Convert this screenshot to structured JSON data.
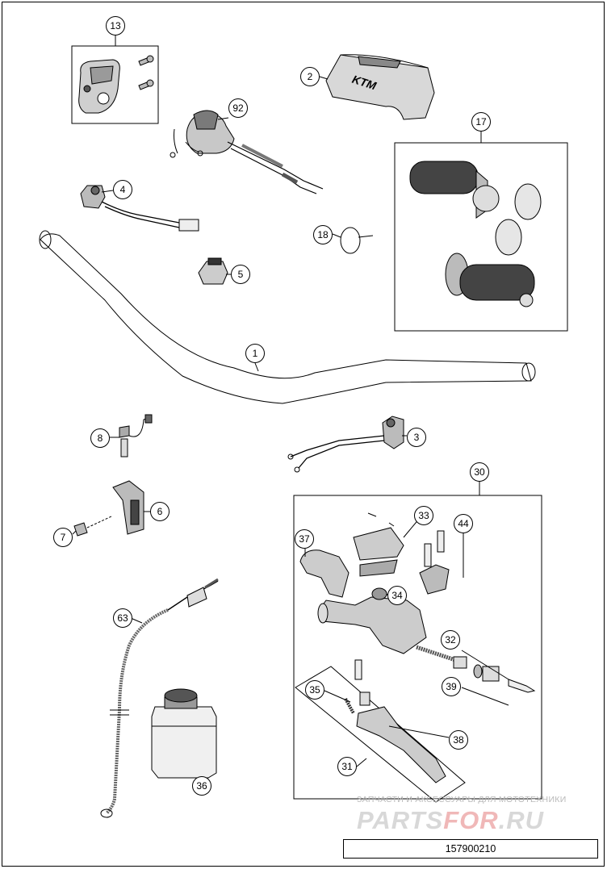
{
  "callouts": [
    {
      "id": "1",
      "label": "1"
    },
    {
      "id": "2",
      "label": "2"
    },
    {
      "id": "3",
      "label": "3"
    },
    {
      "id": "4",
      "label": "4"
    },
    {
      "id": "5",
      "label": "5"
    },
    {
      "id": "6",
      "label": "6"
    },
    {
      "id": "7",
      "label": "7"
    },
    {
      "id": "8",
      "label": "8"
    },
    {
      "id": "13",
      "label": "13"
    },
    {
      "id": "17",
      "label": "17"
    },
    {
      "id": "18",
      "label": "18"
    },
    {
      "id": "30",
      "label": "30"
    },
    {
      "id": "31",
      "label": "31"
    },
    {
      "id": "32",
      "label": "32"
    },
    {
      "id": "33",
      "label": "33"
    },
    {
      "id": "34",
      "label": "34"
    },
    {
      "id": "35",
      "label": "35"
    },
    {
      "id": "36",
      "label": "36"
    },
    {
      "id": "37",
      "label": "37"
    },
    {
      "id": "38",
      "label": "38"
    },
    {
      "id": "39",
      "label": "39"
    },
    {
      "id": "44",
      "label": "44"
    },
    {
      "id": "63",
      "label": "63"
    },
    {
      "id": "92",
      "label": "92"
    }
  ],
  "brand_mark": "KTM",
  "watermark": {
    "caption": "ЗАПЧАСТИ И АКСЕССУАРЫ ДЛЯ МОТОТЕХНИКИ",
    "logo_part1": "PARTS",
    "logo_part2": "FOR",
    "logo_part3": ".RU"
  },
  "drawing_number": "157900210",
  "colors": {
    "line": "#000000",
    "watermark_gray": "#d8d8d8",
    "watermark_red": "#f0b8b8"
  }
}
